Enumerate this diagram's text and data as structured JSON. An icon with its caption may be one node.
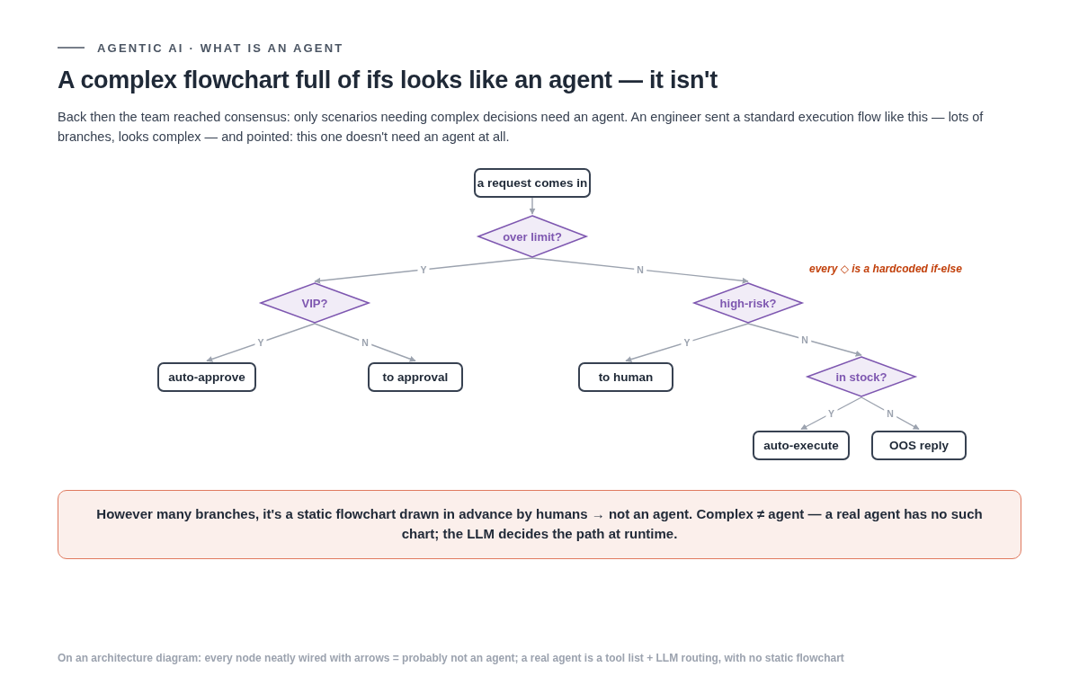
{
  "diagram": {
    "title": "A complex flowchart full of ifs looks like an agent — it isn't",
    "nodes": [
      {
        "text": [
          "a request comes in"
        ]
      },
      {
        "text": [
          "over limit?"
        ]
      },
      {
        "text": [
          "VIP?"
        ]
      },
      {
        "text": [
          "high-risk?"
        ]
      },
      {
        "text": [
          "auto-approve"
        ]
      },
      {
        "text": [
          "to approval"
        ]
      },
      {
        "text": [
          "to human"
        ]
      },
      {
        "text": [
          "in stock?"
        ]
      },
      {
        "text": [
          "auto-execute"
        ]
      },
      {
        "text": [
          "OOS reply"
        ]
      },
      {
        "text": [
          "However many branches, it's a **static flowchart drawn in advance by humans** → not an agent. Complex ≠ agent — a real agent has no such chart; the LLM decides the path at runtime."
        ]
      }
    ],
    "edges": [
      {
        "from": 0,
        "to": 1,
        "arrow": "to"
      },
      {
        "from": 1,
        "to": 2,
        "arrow": "to",
        "label": "Y"
      },
      {
        "from": 1,
        "to": 3,
        "arrow": "to",
        "label": "N"
      },
      {
        "from": 2,
        "to": 4,
        "arrow": "to",
        "label": "Y"
      },
      {
        "from": 2,
        "to": 5,
        "arrow": "to",
        "label": "N"
      },
      {
        "from": 3,
        "to": 6,
        "arrow": "to",
        "label": "Y"
      },
      {
        "from": 3,
        "to": 7,
        "arrow": "to",
        "label": "N"
      },
      {
        "from": 7,
        "to": 8,
        "arrow": "to",
        "label": "Y"
      },
      {
        "from": 7,
        "to": 9,
        "arrow": "to",
        "label": "N"
      }
    ],
    "labels": [
      "AGENTIC AI · WHAT IS AN AGENT",
      "Back then the team reached consensus: only scenarios needing complex decisions need an agent. An engineer sent a standard execution flow like this — lots of branches, looks complex — and pointed: this one doesn't need an agent at all.",
      "every ◇ is a hardcoded if-else",
      "On an architecture diagram: every node neatly wired with arrows = probably not an agent; a real agent is a tool list + LLM routing, with no static flowchart"
    ]
  }
}
